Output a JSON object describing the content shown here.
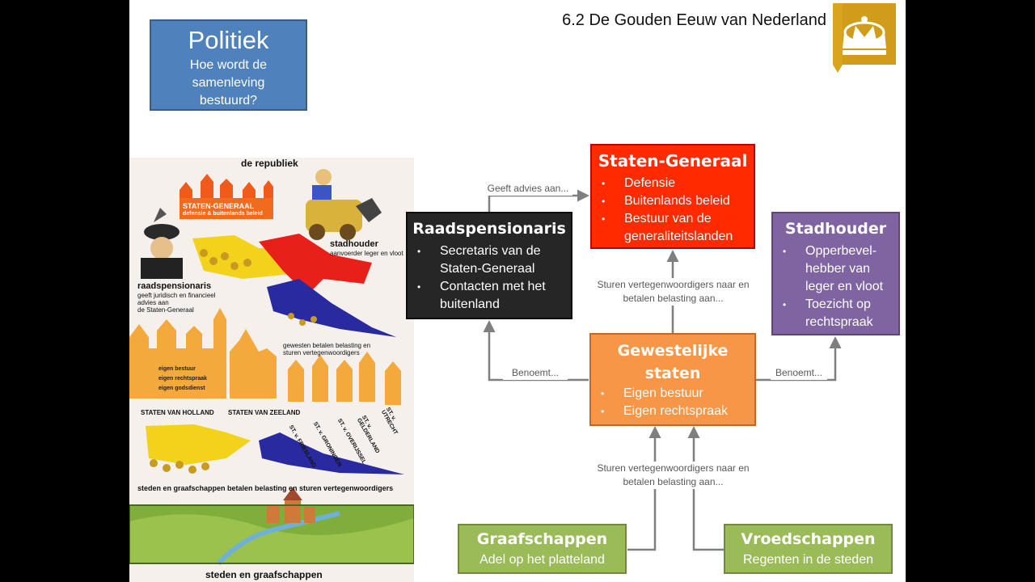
{
  "header": {
    "politiek_title": "Politiek",
    "politiek_sub": [
      "Hoe wordt de",
      "samenleving",
      "bestuurd?"
    ],
    "chapter": "6.2 De Gouden Eeuw van Nederland",
    "crown_icon": "crown-icon"
  },
  "boxes": {
    "staten_generaal": {
      "title": "Staten-Generaal",
      "items": [
        "Defensie",
        "Buitenlands beleid",
        "Bestuur van de",
        "generaliteitslanden"
      ],
      "color": "#ff2a00"
    },
    "raadspensionaris": {
      "title": "Raadspensionaris",
      "items": [
        "Secretaris  van de",
        "Staten-Generaal",
        "Contacten met het",
        "buitenland"
      ],
      "color": "#262626"
    },
    "stadhouder": {
      "title": "Stadhouder",
      "items": [
        "Opperbevel-",
        "hebber van",
        "leger en vloot",
        "Toezicht op",
        "rechtspraak"
      ],
      "color": "#8064a2"
    },
    "gewestelijke": {
      "title1": "Gewestelijke",
      "title2": "staten",
      "items": [
        "Eigen bestuur",
        "Eigen rechtspraak"
      ],
      "color": "#f79646"
    },
    "graafschappen": {
      "title": "Graafschappen",
      "sub": "Adel op het platteland",
      "color": "#9bbb59"
    },
    "vroedschappen": {
      "title": "Vroedschappen",
      "sub": "Regenten in de steden",
      "color": "#9bbb59"
    }
  },
  "arrows": {
    "geeft_advies": "Geeft advies aan...",
    "sturen_1a": "Sturen vertegenwoordigers naar en",
    "sturen_1b": "betalen belasting aan...",
    "sturen_2a": "Sturen vertegenwoordigers naar en",
    "sturen_2b": "betalen belasting aan...",
    "benoemt_left": "Benoemt...",
    "benoemt_right": "Benoemt..."
  },
  "illustration": {
    "de_republiek": "de republiek",
    "sg_banner": "STATEN-GENERAAL",
    "sg_banner_sub": "defensie & buitenlands beleid",
    "stadhouder": "stadhouder",
    "stadhouder_sub": "aanvoerder leger en vloot",
    "raadspensionaris": "raadspensionaris",
    "raadspensionaris_sub": [
      "geeft juridisch en financieel",
      "advies aan",
      "de Staten-Generaal"
    ],
    "gewesten_note": [
      "gewesten betalen belasting en",
      "sturen vertegenwoordigers"
    ],
    "holland_items": [
      "eigen bestuur",
      "eigen rechtspraak",
      "eigen godsdienst"
    ],
    "staten_holland": "STATEN VAN HOLLAND",
    "staten_zeeland": "STATEN VAN ZEELAND",
    "provinces": [
      "ST. v. FRIESLAND",
      "ST. v. GRONINGEN",
      "ST. v. OVERIJSSEL",
      "ST. v. GELDERLAND",
      "ST. v. UTRECHT"
    ],
    "steden_note": "steden en graafschappen betalen belasting en sturen vertegenwoordigers",
    "steden_title": "steden en graafschappen"
  }
}
